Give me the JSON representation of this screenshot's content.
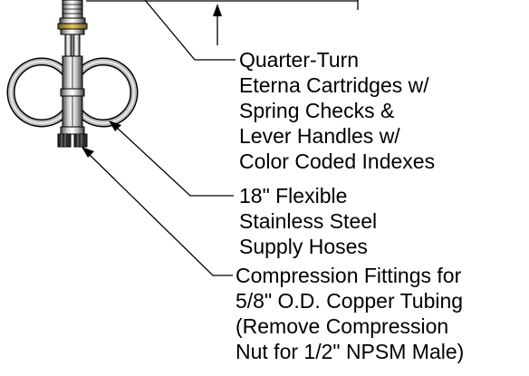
{
  "callouts": [
    {
      "id": "cartridges",
      "lines": [
        "Quarter-Turn",
        "Eterna Cartridges w/",
        "Spring Checks &",
        "Lever Handles w/",
        "Color Coded Indexes"
      ]
    },
    {
      "id": "hoses",
      "lines": [
        "18\" Flexible",
        "Stainless Steel",
        "Supply Hoses"
      ]
    },
    {
      "id": "fittings",
      "lines": [
        "Compression Fittings for",
        "5/8\" O.D. Copper Tubing",
        "(Remove Compression",
        "Nut for 1/2\" NPSM Male)"
      ]
    }
  ]
}
